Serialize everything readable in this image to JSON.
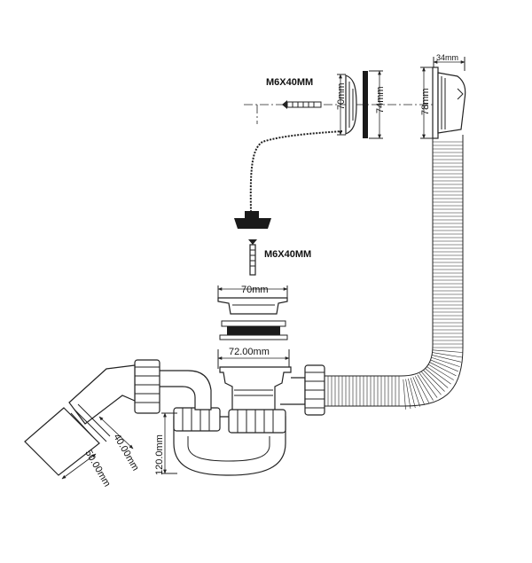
{
  "labels": {
    "screw_top": "M6X40MM",
    "screw_mid": "M6X40MM",
    "flange_70": "70mm",
    "plate_74": "74mm",
    "overflow_78": "78mm",
    "overflow_34": "34mm",
    "strainer_70": "70mm",
    "waste_72": "72.00mm",
    "trap_120": "120.0mm",
    "outlet_40": "40.00mm",
    "outlet_50": "50.00mm"
  },
  "colors": {
    "line": "#222222",
    "dark": "#1a1a1a",
    "background": "#ffffff"
  }
}
